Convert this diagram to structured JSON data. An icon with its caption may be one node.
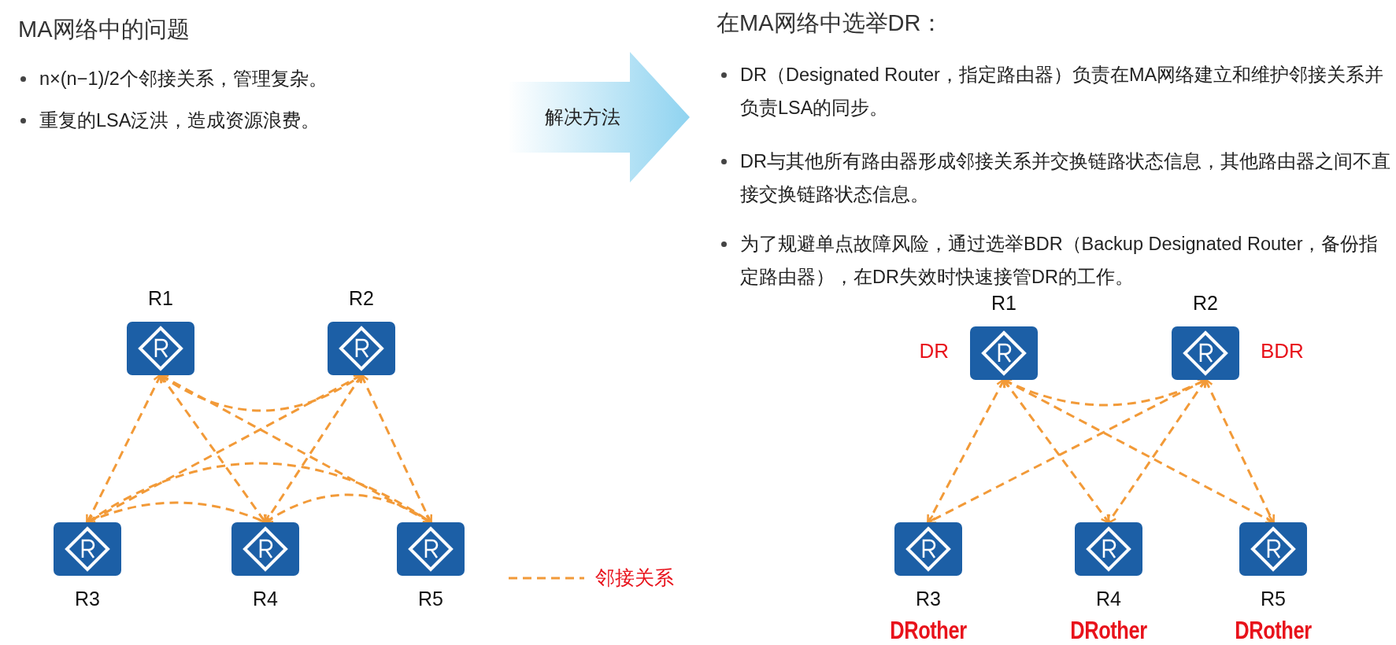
{
  "diagram": {
    "nodes": [
      {
        "text": [
          "R1"
        ]
      },
      {
        "text": [
          "R2"
        ]
      },
      {
        "text": [
          "R3"
        ]
      },
      {
        "text": [
          "R4"
        ]
      },
      {
        "text": [
          "R5"
        ]
      },
      {
        "text": [
          "R1"
        ],
        "beside": [
          "DR"
        ]
      },
      {
        "text": [
          "R2"
        ],
        "beside": [
          "BDR"
        ]
      },
      {
        "text": [
          "R3"
        ],
        "beside": [
          "DRother"
        ]
      },
      {
        "text": [
          "R4"
        ],
        "beside": [
          "DRother"
        ]
      },
      {
        "text": [
          "R5"
        ],
        "beside": [
          "DRother"
        ]
      },
      {
        "text": [
          "解决方法"
        ]
      }
    ],
    "edges": [
      {
        "from": 0,
        "to": 1,
        "arrow": "both",
        "style": "dashed"
      },
      {
        "from": 0,
        "to": 2,
        "arrow": "both",
        "style": "dashed"
      },
      {
        "from": 0,
        "to": 3,
        "arrow": "both",
        "style": "dashed"
      },
      {
        "from": 0,
        "to": 4,
        "arrow": "both",
        "style": "dashed"
      },
      {
        "from": 1,
        "to": 2,
        "arrow": "both",
        "style": "dashed"
      },
      {
        "from": 1,
        "to": 3,
        "arrow": "both",
        "style": "dashed"
      },
      {
        "from": 1,
        "to": 4,
        "arrow": "both",
        "style": "dashed"
      },
      {
        "from": 2,
        "to": 3,
        "arrow": "both",
        "style": "dashed"
      },
      {
        "from": 2,
        "to": 4,
        "arrow": "both",
        "style": "dashed"
      },
      {
        "from": 3,
        "to": 4,
        "arrow": "both",
        "style": "dashed"
      },
      {
        "from": 5,
        "to": 6,
        "arrow": "both",
        "style": "dashed"
      },
      {
        "from": 5,
        "to": 7,
        "arrow": "both",
        "style": "dashed"
      },
      {
        "from": 5,
        "to": 8,
        "arrow": "both",
        "style": "dashed"
      },
      {
        "from": 5,
        "to": 9,
        "arrow": "both",
        "style": "dashed"
      },
      {
        "from": 6,
        "to": 7,
        "arrow": "both",
        "style": "dashed"
      },
      {
        "from": 6,
        "to": 8,
        "arrow": "both",
        "style": "dashed"
      },
      {
        "from": 6,
        "to": 9,
        "arrow": "both",
        "style": "dashed"
      }
    ],
    "labels": [
      "MA网络中的问题",
      "n×(n−1)/2个邻接关系，管理复杂。",
      "重复的LSA泛洪，造成资源浪费。",
      "在MA网络中选举DR：",
      "DR（Designated Router，指定路由器）负责在MA网络建立和维护邻接关系并负责LSA的同步。",
      "DR与其他所有路由器形成邻接关系并交换链路状态信息，其他路由器之间不直接交换链路状态信息。",
      "为了规避单点故障风险，通过选举BDR（Backup Designated Router，备份指定路由器），在DR失效时快速接管DR的工作。"
    ],
    "legend": [
      {
        "text": "邻接关系"
      }
    ]
  }
}
